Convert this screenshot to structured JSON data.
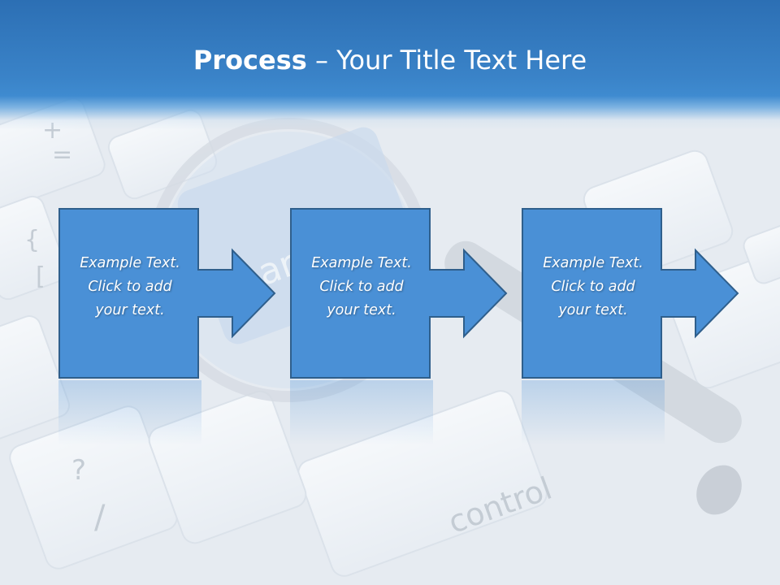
{
  "slide": {
    "title_bold": "Process",
    "title_rest": " – Your Title Text Here",
    "steps": [
      {
        "lines": [
          "Example Text.",
          "Click  to add",
          "your text."
        ]
      },
      {
        "lines": [
          "Example Text.",
          "Click  to add",
          "your text."
        ]
      },
      {
        "lines": [
          "Example Text.",
          "Click  to add",
          "your text."
        ]
      }
    ]
  },
  "background": {
    "key_control": "control",
    "key_question": "?",
    "key_slash": "/",
    "key_plus": "+",
    "key_equals": "=",
    "key_brace": "{",
    "key_bracket": "[",
    "key_search_fragment": "ar"
  },
  "colors": {
    "title_band": "#3a83c8",
    "step_fill": "#4a90d6",
    "step_stroke": "#2f5f8c",
    "step_text": "#ffffff"
  }
}
